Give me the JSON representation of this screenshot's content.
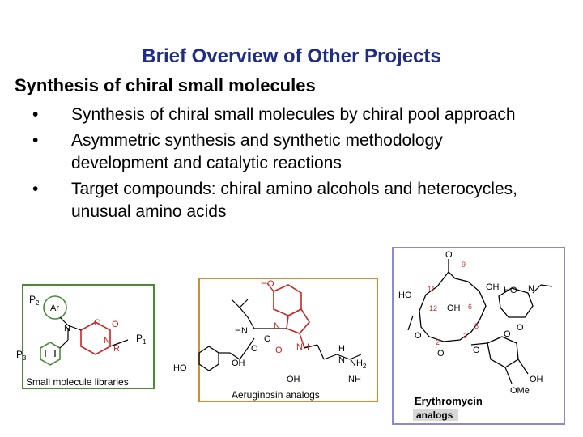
{
  "slide": {
    "title": "Brief Overview of Other Projects",
    "heading": "Synthesis of chiral small molecules",
    "bullets": [
      "Synthesis of chiral small molecules by chiral pool approach",
      "Asymmetric synthesis and synthetic methodology development and catalytic reactions",
      "Target compounds: chiral amino alcohols and heterocycles, unusual amino acids"
    ],
    "bullet_symbol": "•"
  },
  "figures": {
    "library": {
      "caption": "Small molecule libraries",
      "labels": {
        "p2": "P",
        "p2_sub": "2",
        "ar": "Ar",
        "n1": "N",
        "o1": "O",
        "o2": "O",
        "n2": "N",
        "r": "R",
        "p1": "P",
        "p1_sub": "1",
        "p3": "P",
        "p3_sub": "3"
      },
      "border_color": "#4c8a3a",
      "ring_color": "#cc2222"
    },
    "aeruginosin": {
      "caption": "Aeruginosin analogs",
      "labels": {
        "ho_top": "HO",
        "n": "N",
        "hn": "HN",
        "o1": "O",
        "o2": "O",
        "o3": "O",
        "nh": "NH",
        "h": "H",
        "n2": "N",
        "nh2": "NH",
        "nh2_sub": "2",
        "oh1": "OH",
        "oh2": "OH",
        "nh3": "NH",
        "ho_left": "HO"
      },
      "border_color": "#d98a2b",
      "ring_color": "#cc2222"
    },
    "erythromycin": {
      "caption": "Erythromycin",
      "caption2": "analogs",
      "labels": {
        "o_top": "O",
        "n9": "9",
        "n11": "11",
        "ho1": "HO",
        "oh1": "OH",
        "ho2": "HO",
        "n_amine": "N",
        "n12": "12",
        "oh2": "OH",
        "n6": "6",
        "n5": "5",
        "o1": "O",
        "n2": "2",
        "n3": "3",
        "o2": "O",
        "o3": "O",
        "o4": "O",
        "o5": "O",
        "oh3": "OH",
        "ome": "OMe"
      },
      "border_color": "#8a8ad0",
      "num_color": "#cc3333"
    }
  }
}
